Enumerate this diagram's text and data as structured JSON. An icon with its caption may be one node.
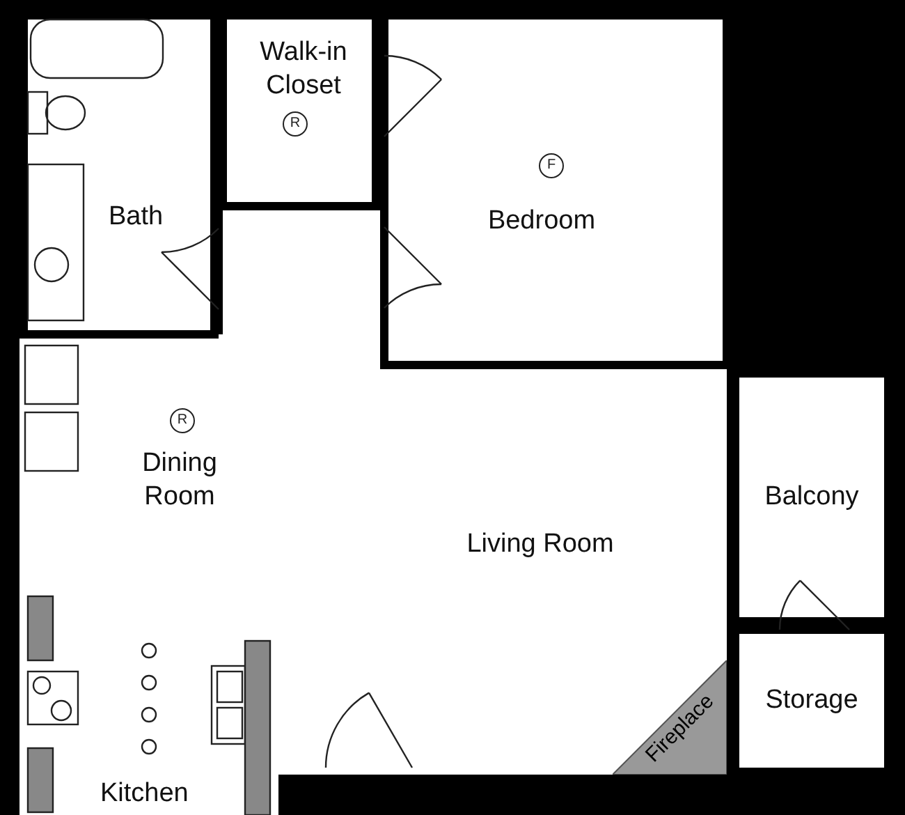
{
  "diagram": {
    "nodes": [
      {
        "text": [
          "Walk-in Closet"
        ]
      },
      {
        "text": [
          "Bedroom"
        ]
      },
      {
        "text": [
          "Bath"
        ]
      },
      {
        "text": [
          "Dining Room"
        ]
      },
      {
        "text": [
          "Balcony"
        ]
      },
      {
        "text": [
          "Living Room"
        ]
      },
      {
        "text": [
          "Fireplace"
        ],
        "in": 5
      },
      {
        "text": [
          "Storage"
        ]
      },
      {
        "text": [
          "Kitchen"
        ]
      }
    ],
    "labels": [
      "R",
      "F",
      "R"
    ]
  }
}
